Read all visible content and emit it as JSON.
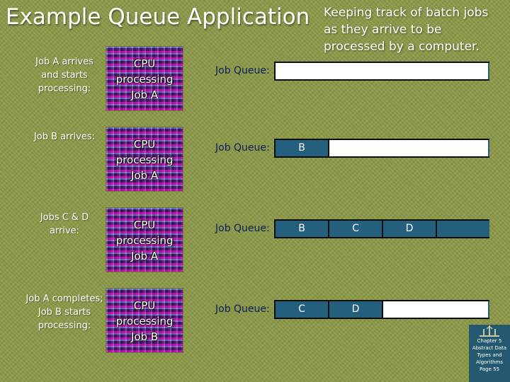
{
  "title": "Example Queue Application",
  "subtitle": "Keeping track of batch jobs as they arrive to be processed by a computer.",
  "queue_label": "Job Queue:",
  "steps": [
    {
      "label": "Job A arrives and starts processing:",
      "cpu": [
        "CPU",
        "processing",
        "Job A"
      ],
      "queue": [
        "",
        "",
        "",
        ""
      ]
    },
    {
      "label": "Job B arrives:",
      "cpu": [
        "CPU",
        "processing",
        "Job A"
      ],
      "queue": [
        "B",
        "",
        "",
        ""
      ]
    },
    {
      "label": "Jobs C & D arrive:",
      "cpu": [
        "CPU",
        "processing",
        "Job A"
      ],
      "queue": [
        "B",
        "C",
        "D",
        ""
      ]
    },
    {
      "label": "Job A completes; Job B starts processing:",
      "cpu": [
        "CPU",
        "processing",
        "Job B"
      ],
      "queue": [
        "C",
        "D",
        "",
        ""
      ]
    }
  ],
  "footer": {
    "line1": "Chapter 5",
    "line2": "Abstract Data",
    "line3": "Types and",
    "line4": "Algorithms",
    "line5": "Page 55"
  },
  "colors": {
    "background": "#8c9a48",
    "queue_fill": "#245f7e",
    "queue_label": "#0a1e5a"
  }
}
